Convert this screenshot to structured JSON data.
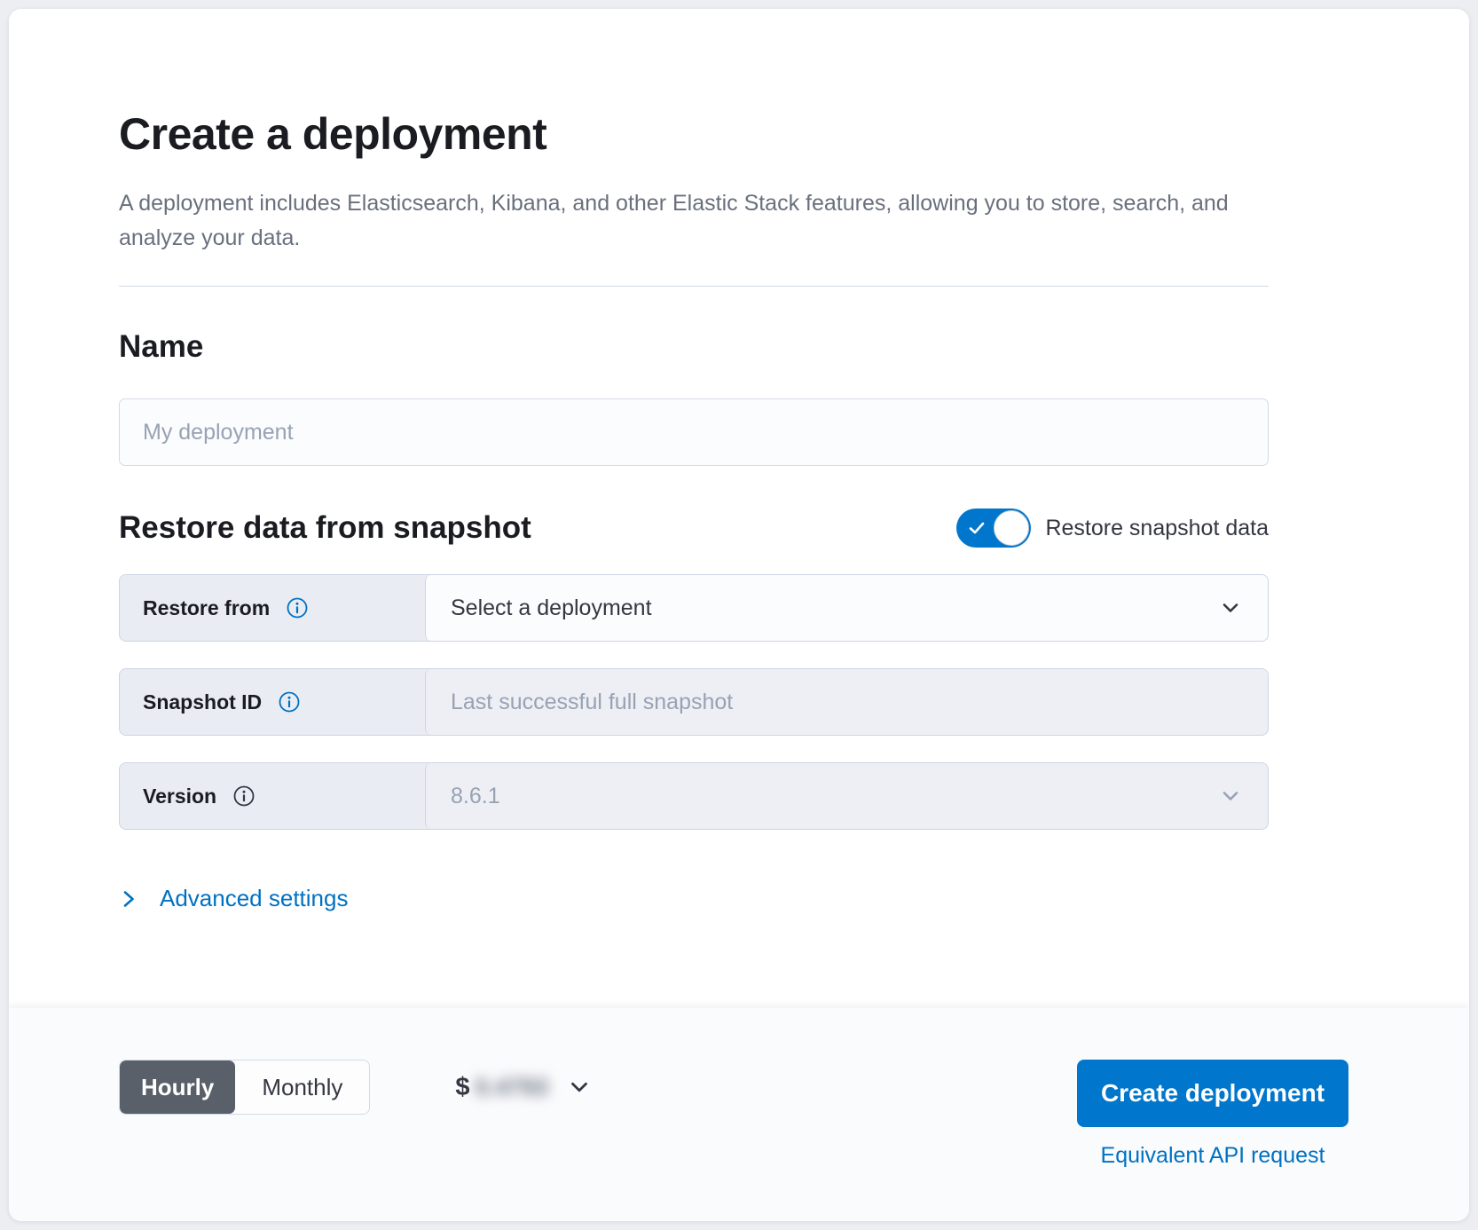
{
  "page": {
    "title": "Create a deployment",
    "subtitle": "A deployment includes Elasticsearch, Kibana, and other Elastic Stack features, allowing you to store, search, and analyze your data."
  },
  "name_section": {
    "heading": "Name",
    "input_placeholder": "My deployment",
    "input_value": ""
  },
  "restore_section": {
    "heading": "Restore data from snapshot",
    "toggle_label": "Restore snapshot data",
    "toggle_state": "on",
    "rows": [
      {
        "label": "Restore from",
        "value": "Select a deployment",
        "control": "select",
        "state": "enabled",
        "info_icon_color": "#0071c2"
      },
      {
        "label": "Snapshot ID",
        "placeholder": "Last successful full snapshot",
        "control": "text-input",
        "state": "disabled",
        "info_icon_color": "#0071c2"
      },
      {
        "label": "Version",
        "value": "8.6.1",
        "control": "select",
        "state": "disabled",
        "info_icon_color": "#343741"
      }
    ]
  },
  "advanced_settings": {
    "label": "Advanced settings"
  },
  "footer": {
    "billing_toggle": {
      "hourly_label": "Hourly",
      "monthly_label": "Monthly",
      "selected": "Hourly"
    },
    "price": {
      "currency": "$",
      "amount_blurred": "0.4793"
    },
    "create_button_label": "Create deployment",
    "api_link_label": "Equivalent API request"
  },
  "colors": {
    "primary_blue": "#0077cc",
    "link_blue": "#0071c2",
    "heading_text": "#1a1c21",
    "body_text": "#343741",
    "subdued_text": "#69707d",
    "placeholder_text": "#98a2b3",
    "label_cell_bg": "#e9edf3",
    "disabled_field_bg": "#edeff5",
    "border": "#d3dae6",
    "selected_segment_bg": "#5a6069",
    "footer_bg": "#fafbfd"
  }
}
